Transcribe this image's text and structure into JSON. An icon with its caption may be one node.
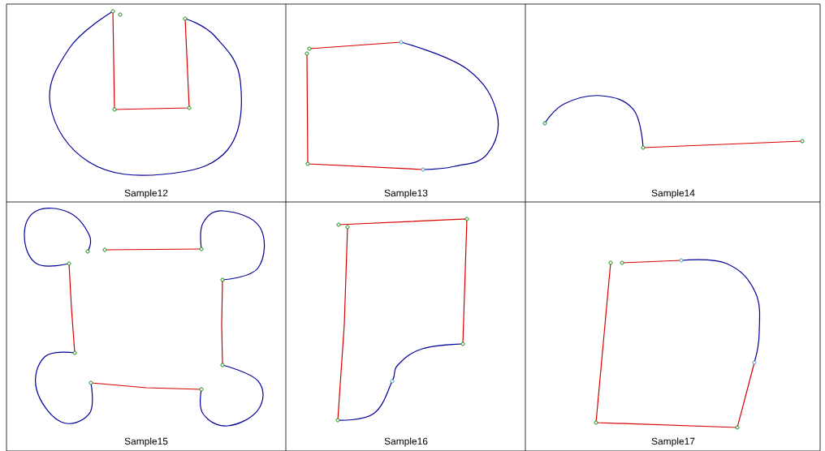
{
  "diagram": {
    "labels": [
      "Sample12",
      "Sample13",
      "Sample14",
      "Sample15",
      "Sample16",
      "Sample17"
    ]
  }
}
